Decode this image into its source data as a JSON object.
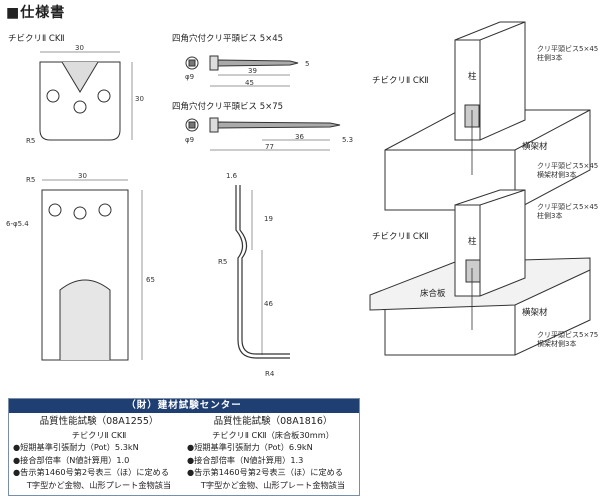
{
  "header": {
    "title": "■仕様書"
  },
  "drawing": {
    "front_title": "チビクリⅡ CKⅡ",
    "screw45_title": "四角穴付クリ平頭ビス 5×45",
    "screw75_title": "四角穴付クリ平頭ビス 5×75",
    "dims": {
      "d_30a": "30",
      "d_r5": "R5",
      "d_phi9a": "φ9",
      "d_39": "39",
      "d_45": "45",
      "d_5": "5",
      "d_phi9b": "φ9",
      "d_36": "36",
      "d_77": "77",
      "d_53": "5.3",
      "d_30b": "30",
      "d_r5b": "R5",
      "d_holes": "6-φ5.4",
      "d_65": "65",
      "d_16": "1.6",
      "d_19": "19",
      "d_r5c": "R5",
      "d_46": "46",
      "d_r4": "R4"
    },
    "iso1": {
      "post": "柱",
      "beam": "横架材",
      "bracket": "チビクリⅡ CKⅡ",
      "screw_top1": "クリ平頭ビス5×45",
      "screw_top2": "柱側3本",
      "screw_bot1": "クリ平頭ビス5×45",
      "screw_bot2": "横架材側3本"
    },
    "iso2": {
      "post": "柱",
      "beam": "横架材",
      "floor": "床合板",
      "bracket": "チビクリⅡ CKⅡ",
      "screw_top1": "クリ平頭ビス5×45",
      "screw_top2": "柱側3本",
      "screw_bot1": "クリ平頭ビス5×75",
      "screw_bot2": "横架材側3本"
    }
  },
  "test_box": {
    "heading": "（財）建材試験センター",
    "left": {
      "title": "品質性能試験（08A1255）",
      "product": "チビクリⅡ CKⅡ",
      "items": [
        "●短期基準引張耐力（Pot）5.3kN",
        "●接合部倍率（N値計算用）1.0",
        "●告示第1460号第2号表三（ほ）に定める",
        "T字型かど金物、山形プレート金物該当"
      ]
    },
    "right": {
      "title": "品質性能試験（08A1816）",
      "product": "チビクリⅡ CKⅡ（床合板30mm）",
      "items": [
        "●短期基準引張耐力（Pot）6.9kN",
        "●接合部倍率（N値計算用）1.3",
        "●告示第1460号第2号表三（ほ）に定める",
        "T字型かど金物、山形プレート金物該当"
      ]
    }
  }
}
